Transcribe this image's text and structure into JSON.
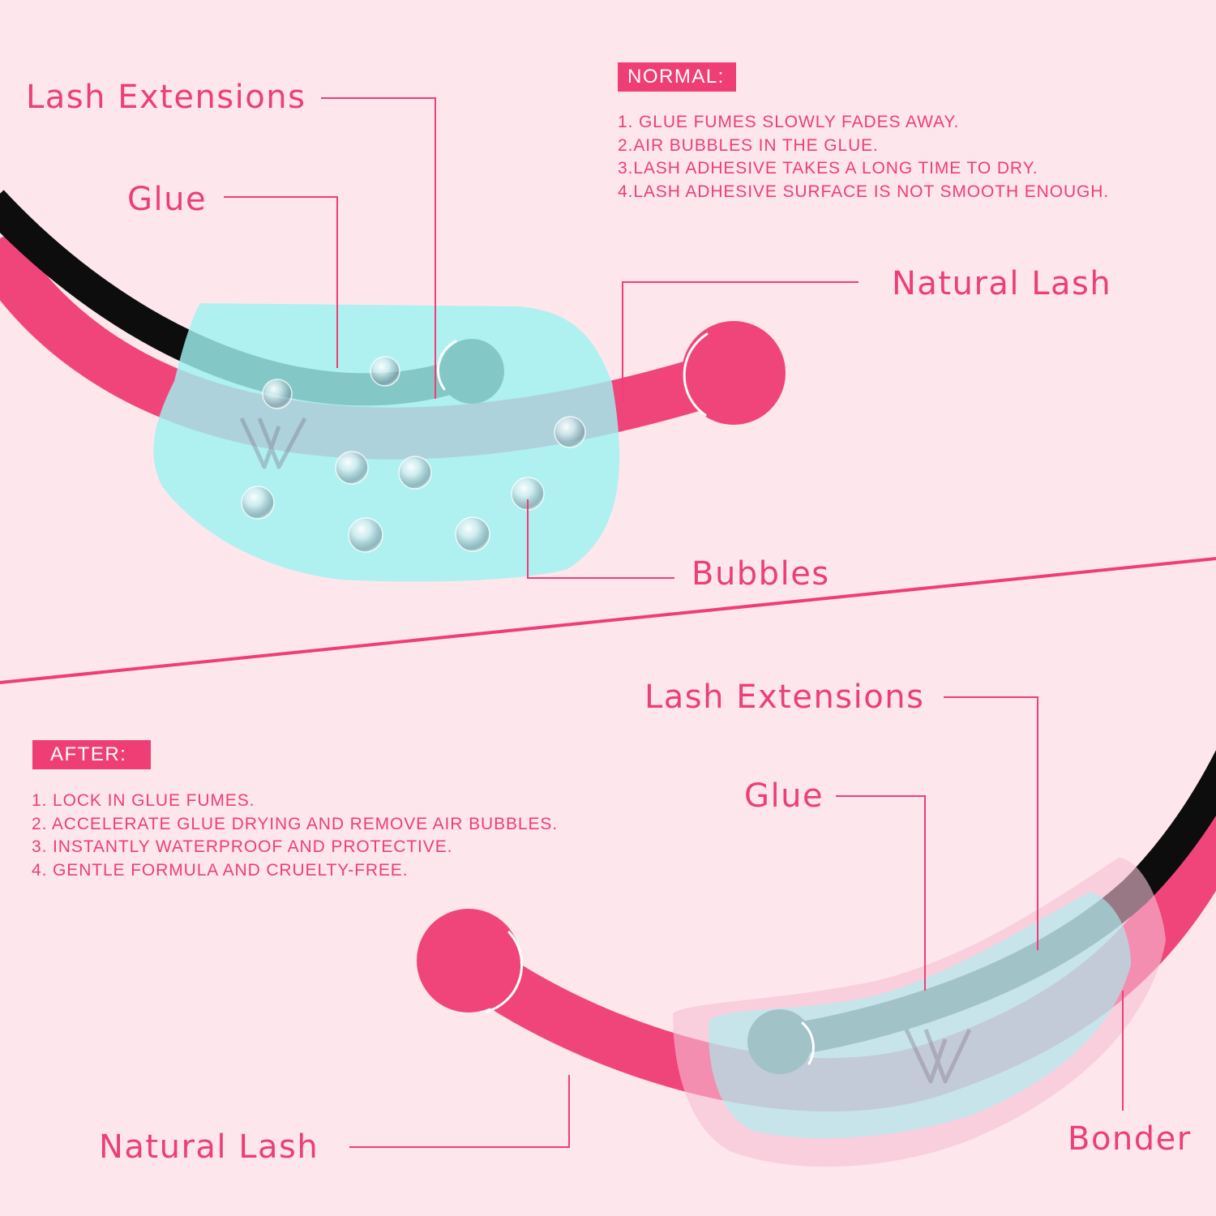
{
  "colors": {
    "background": "#fde7ec",
    "accent_pink": "#ef3e76",
    "natural_lash": "#f0457a",
    "lash_extension": "#0a0a0a",
    "glue": "#a6f0f0",
    "bonder": "#f6bdd2"
  },
  "normal": {
    "tag": "NORMAL:",
    "items": [
      "1. GLUE FUMES SLOWLY FADES AWAY.",
      "2.AIR BUBBLES IN THE GLUE.",
      "3.LASH ADHESIVE TAKES A LONG TIME TO DRY.",
      "4.LASH ADHESIVE SURFACE IS NOT SMOOTH ENOUGH."
    ],
    "labels": {
      "lash_extensions": "Lash Extensions",
      "glue": "Glue",
      "natural_lash": "Natural Lash",
      "bubbles": "Bubbles"
    }
  },
  "after": {
    "tag": "AFTER:",
    "items": [
      "1. LOCK IN GLUE FUMES.",
      "2. ACCELERATE GLUE DRYING AND REMOVE AIR BUBBLES.",
      "3. INSTANTLY WATERPROOF AND PROTECTIVE.",
      "4. GENTLE FORMULA AND CRUELTY-FREE."
    ],
    "labels": {
      "lash_extensions": "Lash Extensions",
      "glue": "Glue",
      "natural_lash": "Natural Lash",
      "bonder": "Bonder"
    }
  }
}
